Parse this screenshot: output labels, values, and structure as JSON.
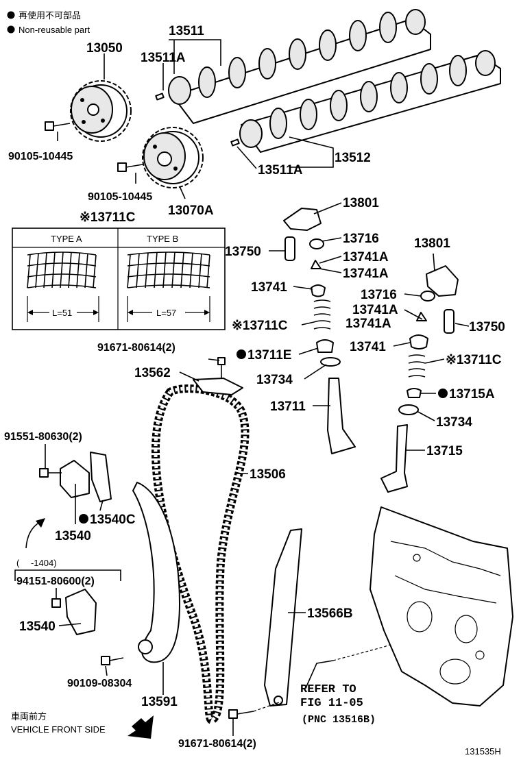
{
  "legend": {
    "jp": "再使用不可部品",
    "en": "Non-reusable part"
  },
  "labels": {
    "p13511": "13511",
    "p13511a_top": "13511A",
    "p13050": "13050",
    "p90105_a": "90105-10445",
    "p90105_b": "90105-10445",
    "p13070a": "13070A",
    "p13511a_bottom": "13511A",
    "p13512": "13512",
    "p13711c_title": "※13711C",
    "type_a": "TYPE A",
    "type_b": "TYPE B",
    "len_a": "L=51",
    "len_b": "L=57",
    "p13801_l": "13801",
    "p13750_l": "13750",
    "p13716_l": "13716",
    "p13741a_l1": "13741A",
    "p13741a_l2": "13741A",
    "p13741_l": "13741",
    "p13711c_l": "※13711C",
    "p13711e": "13711E",
    "p13734_l": "13734",
    "p13711": "13711",
    "p13801_r": "13801",
    "p13716_r": "13716",
    "p13741a_r1": "13741A",
    "p13741a_r2": "13741A",
    "p13750_r": "13750",
    "p13741_r": "13741",
    "p13711c_r": "※13711C",
    "p13715a": "13715A",
    "p13734_r": "13734",
    "p13715": "13715",
    "p91671_top": "91671-80614(2)",
    "p13562": "13562",
    "p91551": "91551-80630(2)",
    "p13506": "13506",
    "p13540c": "13540C",
    "p13540_a": "13540",
    "bracket_note": "(　 -1404)",
    "p94151": "94151-80600(2)",
    "p13540_b": "13540",
    "p13566b": "13566B",
    "p90109": "90109-08304",
    "p13591": "13591",
    "refer_1": "REFER TO",
    "refer_2": "FIG 11-05",
    "refer_3": "(PNC 13516B)",
    "front_jp": "車両前方",
    "front_en": "VEHICLE FRONT SIDE",
    "p91671_bottom": "91671-80614(2)",
    "fig_id": "131535H"
  }
}
